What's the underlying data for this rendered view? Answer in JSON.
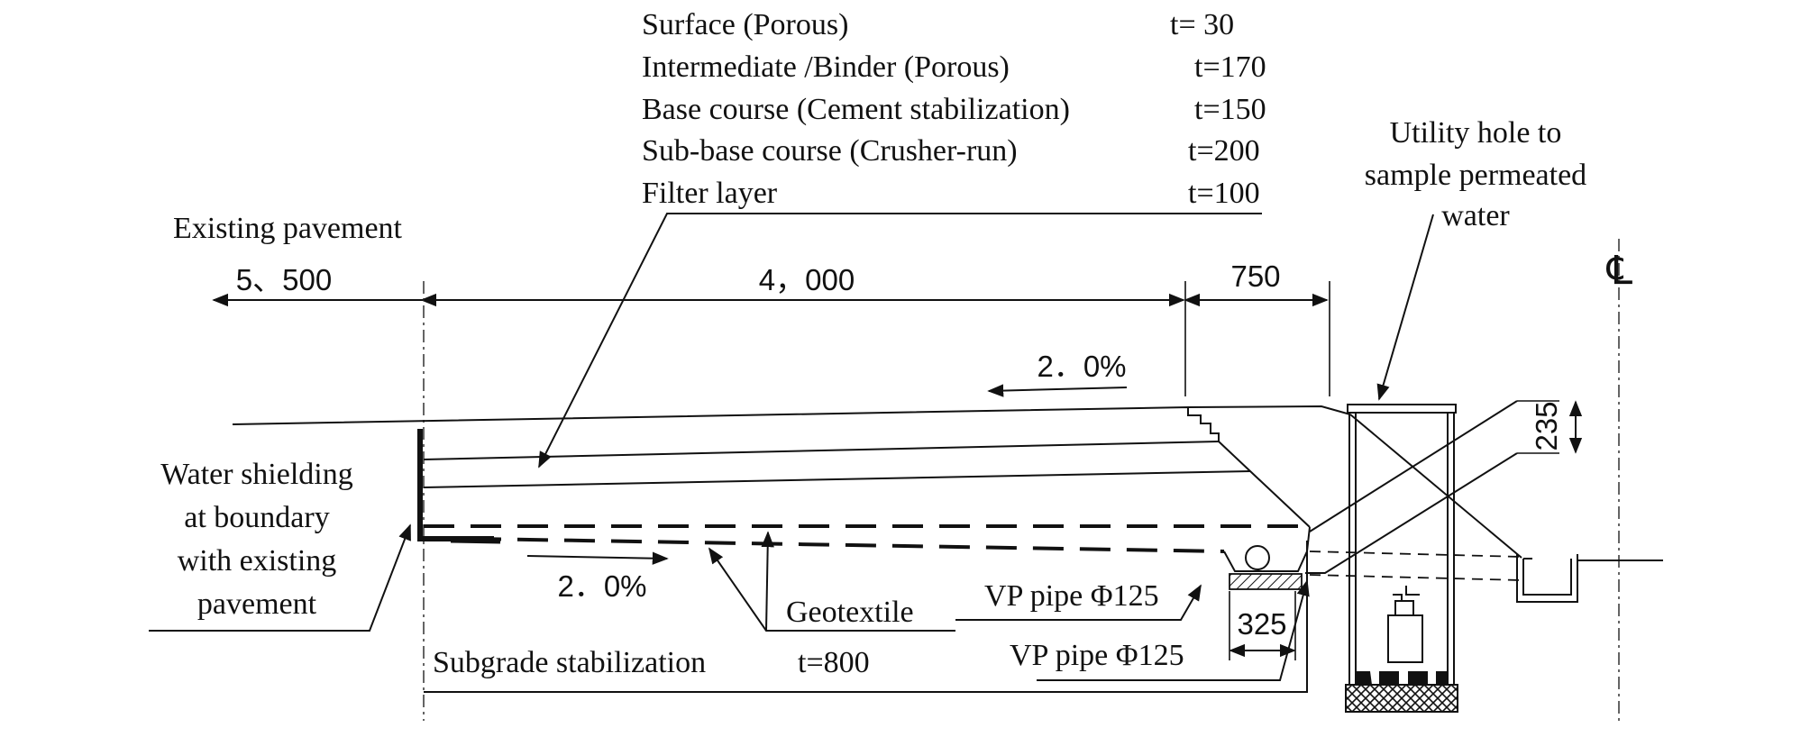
{
  "layers": [
    {
      "name": "Surface (Porous)",
      "thickness": "t= 30"
    },
    {
      "name": "Intermediate /Binder (Porous)",
      "thickness": "t=170"
    },
    {
      "name": "Base course (Cement stabilization)",
      "thickness": "t=150"
    },
    {
      "name": "Sub-base course (Crusher-run)",
      "thickness": "t=200"
    },
    {
      "name": "Filter layer",
      "thickness": "t=100"
    }
  ],
  "labels": {
    "existing_pavement": "Existing pavement",
    "utility_hole": [
      "Utility hole to",
      "sample permeated",
      "water"
    ],
    "water_shielding": [
      "Water shielding",
      "at boundary",
      "with existing",
      "pavement"
    ],
    "geotextile": "Geotextile",
    "vp_pipe_upper": "VP pipe Φ125",
    "vp_pipe_lower": "VP pipe Φ125",
    "subgrade": "Subgrade stabilization",
    "subgrade_thickness": "t=800",
    "centerline_symbol": "℄"
  },
  "dimensions": {
    "existing_width": "5、500",
    "pavement_width": "4，000",
    "shoulder_width": "750",
    "slope_top": "2．0%",
    "slope_bottom": "2．0%",
    "ditch_depth": "235",
    "pipe_width": "325"
  }
}
